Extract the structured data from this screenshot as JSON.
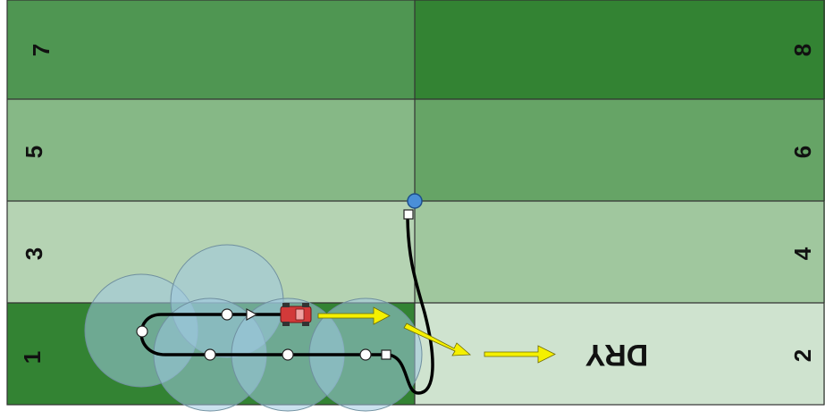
{
  "plots": [
    {
      "id": "7",
      "label": "7",
      "color": "#4f9652"
    },
    {
      "id": "8",
      "label": "8",
      "color": "#338333"
    },
    {
      "id": "5",
      "label": "5",
      "color": "#86b886"
    },
    {
      "id": "6",
      "label": "6",
      "color": "#66a466"
    },
    {
      "id": "3",
      "label": "3",
      "color": "#b5d3b3"
    },
    {
      "id": "4",
      "label": "4",
      "color": "#a0c79e"
    },
    {
      "id": "1",
      "label": "1",
      "color": "#338333"
    },
    {
      "id": "2",
      "label": "2",
      "color": "#cfe3cf"
    }
  ],
  "dry_label": "DRY",
  "colors": {
    "grid_line": "#333333",
    "coverage_circle": "#9fc8e0",
    "path": "#000000",
    "arrow": "#f5f000",
    "robot": "#d23a3a",
    "waypoint": "#ffffff",
    "marker": "#4a8fd8"
  },
  "icons": {
    "robot": "robot-vehicle-icon",
    "marker": "location-marker-icon"
  }
}
